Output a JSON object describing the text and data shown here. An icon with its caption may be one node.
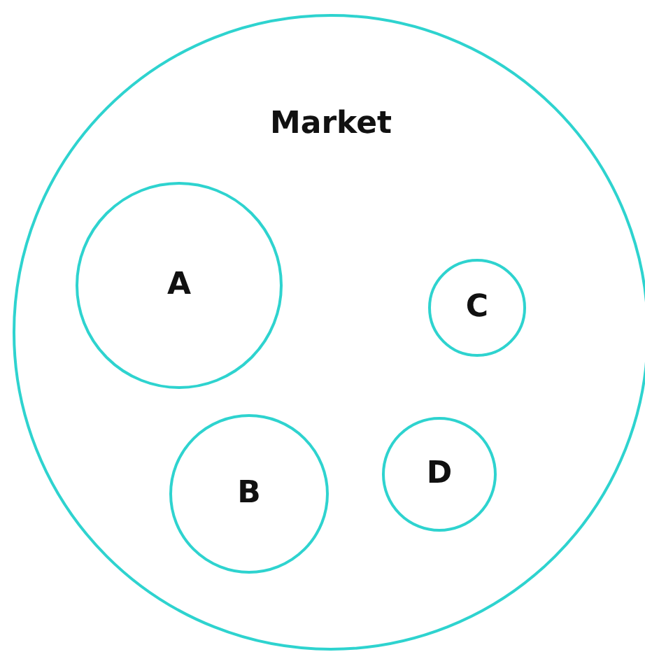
{
  "diagram": {
    "nodes": [
      {
        "text": [
          "Market"
        ]
      },
      {
        "text": [
          "A"
        ],
        "in": 0
      },
      {
        "text": [
          "C"
        ],
        "in": 0
      },
      {
        "text": [
          "B"
        ],
        "in": 0
      },
      {
        "text": [
          "D"
        ],
        "in": 0
      }
    ]
  }
}
